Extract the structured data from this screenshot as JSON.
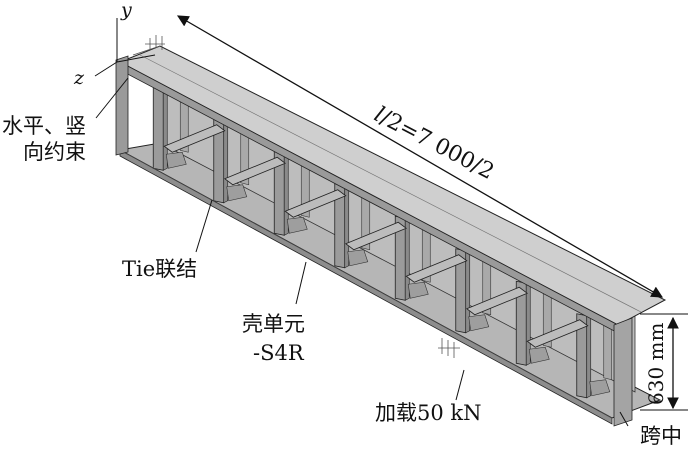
{
  "axes": {
    "y": "y",
    "z": "z"
  },
  "labels": {
    "constraint_line1": "水平、竖",
    "constraint_line2": "向约束",
    "span_l": "l",
    "span_rest": "/2=7 000/2",
    "tie": "Tie联结",
    "shell_line1": "壳单元",
    "shell_line2": "-S4R",
    "load": "加载50 kN",
    "height": "630 mm",
    "midspan": "跨中"
  },
  "colors": {
    "line": "#111111",
    "flange_top": "#c8c8c8",
    "web": "#a9a9a9",
    "web_dark": "#8a8a8a",
    "stiffener": "#9b9b9b",
    "bottom": "#b4b4b4"
  },
  "geometry_counts": {
    "stiffener_pairs": 8,
    "braces": 7
  }
}
